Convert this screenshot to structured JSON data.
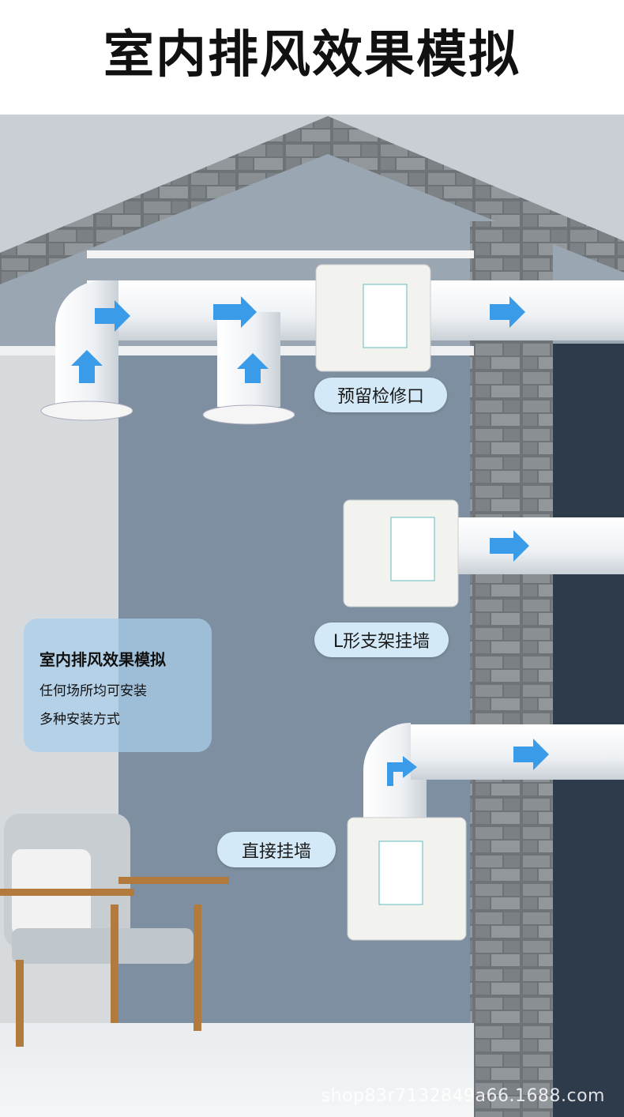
{
  "title": "室内排风效果模拟",
  "labels": {
    "maintenance": "预留检修口",
    "bracket": "L形支架挂墙",
    "direct": "直接挂墙"
  },
  "info": {
    "heading": "室内排风效果模拟",
    "line1": "任何场所均可安装",
    "line2": "多种安装方式"
  },
  "watermark": "shop83r7132849a66.1688.com",
  "colors": {
    "arrow": "#3a9be8",
    "pill": "#d4e9f8",
    "wall": "#7d8fa0",
    "dark": "#2d3b4b"
  }
}
